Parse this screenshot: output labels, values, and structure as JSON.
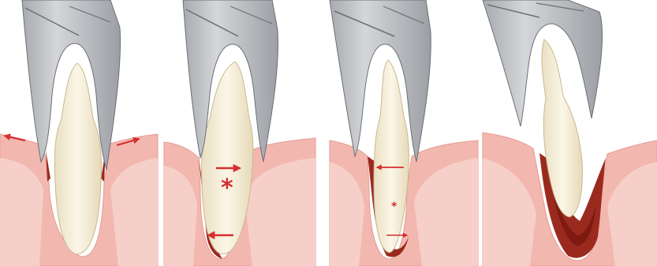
{
  "figure": {
    "panels": [
      {
        "id": "panel-1",
        "step": 1,
        "arrows": "outward",
        "asterisk": false
      },
      {
        "id": "panel-2",
        "step": 2,
        "arrows": "tooth-push",
        "asterisk": true,
        "asterisk_text": "*"
      },
      {
        "id": "panel-3",
        "step": 3,
        "arrows": "small-push",
        "asterisk": true,
        "asterisk_text": "*"
      },
      {
        "id": "panel-4",
        "step": 4,
        "arrows": "none",
        "asterisk": false
      }
    ],
    "colors": {
      "forceps_light": "#c4c6c9",
      "forceps_dark": "#8b8e93",
      "forceps_edge": "#6c6f74",
      "gum": "#f2b8b0",
      "gum_light": "#f6cfc9",
      "gum_edge": "#e59a92",
      "socket": "#9b2a1e",
      "socket_dark": "#7e1a12",
      "tooth_crown": "#f4eedc",
      "tooth_root": "#efe3c8",
      "tooth_edge": "#c9b98f",
      "arrow": "#d72e2e",
      "background": "#ffffff"
    }
  }
}
